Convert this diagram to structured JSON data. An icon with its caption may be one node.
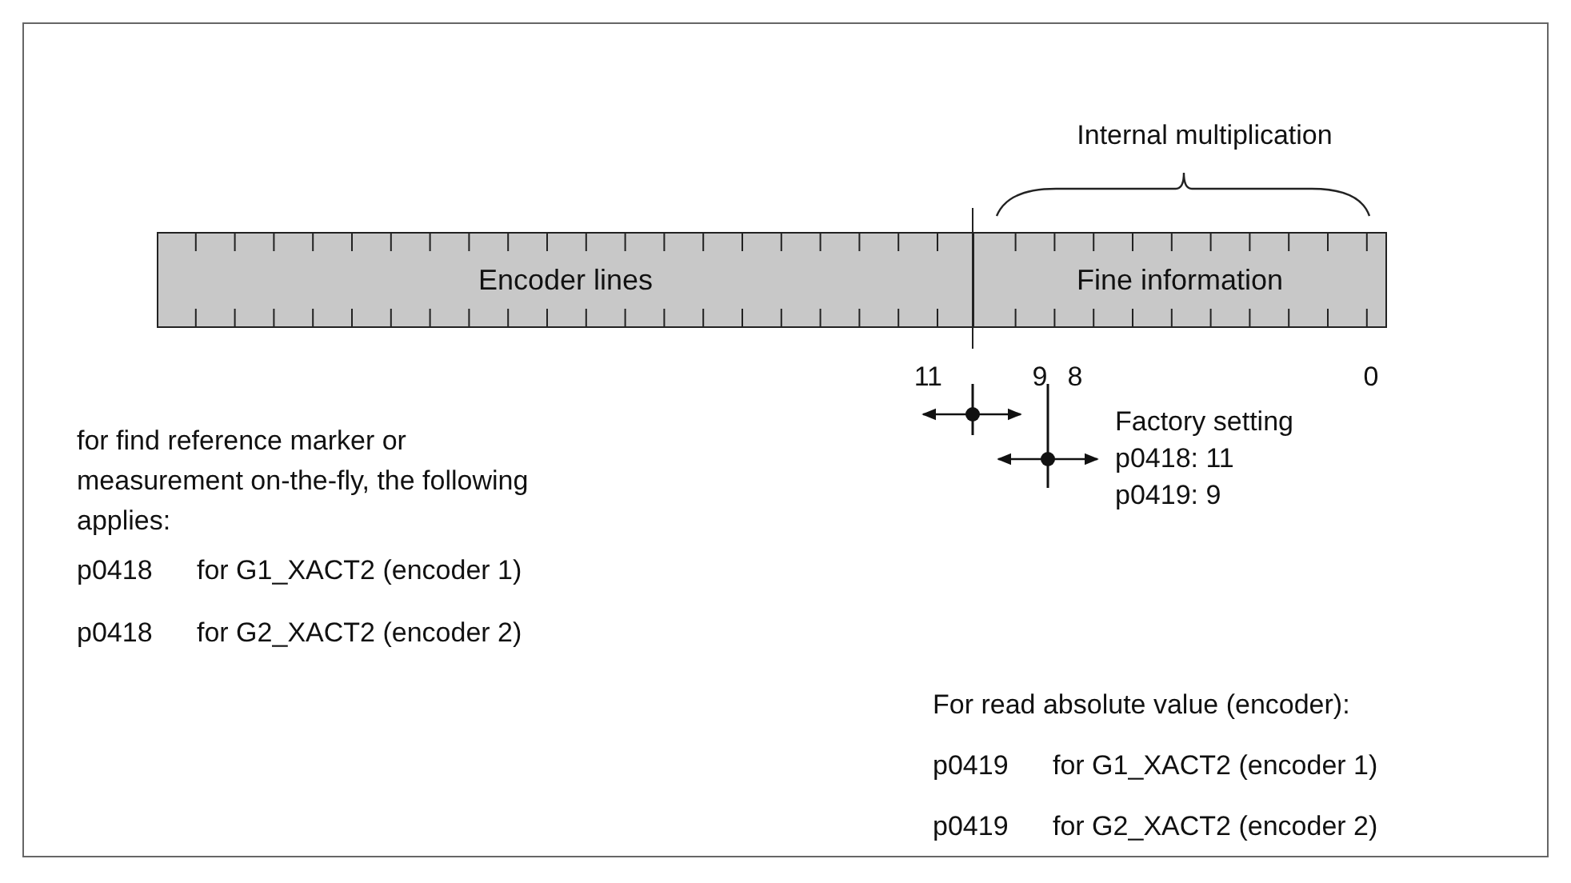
{
  "diagram": {
    "nodes": [
      {
        "text": [
          "Encoder lines"
        ]
      },
      {
        "text": [
          "Fine information"
        ]
      }
    ],
    "labels": [
      "Internal multiplication",
      "11",
      "9",
      "8",
      "0",
      "for find reference marker or measurement on-the-fly, the following applies:",
      "p0418",
      "for G1_XACT2 (encoder 1)",
      "p0418",
      "for G2_XACT2 (encoder 2)",
      "Factory setting",
      "p0418: 11",
      "p0419: 9",
      "For read absolute value (encoder):",
      "p0419",
      "for G1_XACT2 (encoder 1)",
      "p0419",
      "for G2_XACT2 (encoder 2)"
    ]
  }
}
